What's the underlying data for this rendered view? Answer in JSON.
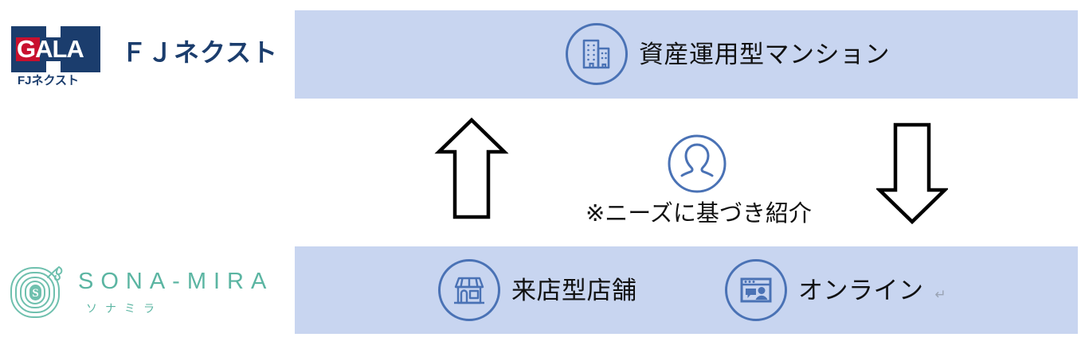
{
  "brand_colors": {
    "band_blue": "#c8d5f0",
    "icon_blue": "#4a72b5",
    "gala_navy": "#1b3d6d",
    "gala_red": "#c8102e",
    "sonamira_teal": "#5bb5a2",
    "text_black": "#111111"
  },
  "logos": {
    "fjnext": {
      "mark_text": "GALA",
      "mark_subtext": "FJネクスト",
      "wordmark": "ＦＪネクスト",
      "icon_name": "gala-logo-icon"
    },
    "sonamira": {
      "wordmark": "SONA-MIRA",
      "kana": "ソナミラ",
      "icon_name": "sonamira-spiral-icon"
    }
  },
  "top_band": {
    "items": [
      {
        "icon_name": "building-icon",
        "label": "資産運用型マンション"
      }
    ]
  },
  "bottom_band": {
    "items": [
      {
        "icon_name": "storefront-icon",
        "label": "来店型店舗"
      },
      {
        "icon_name": "online-meeting-icon",
        "label": "オンライン",
        "trailing_mark": "↵"
      }
    ]
  },
  "center": {
    "person_icon_name": "person-avatar-icon",
    "note": "※ニーズに基づき紹介",
    "arrow_up_name": "arrow-up-icon",
    "arrow_down_name": "arrow-down-icon"
  }
}
